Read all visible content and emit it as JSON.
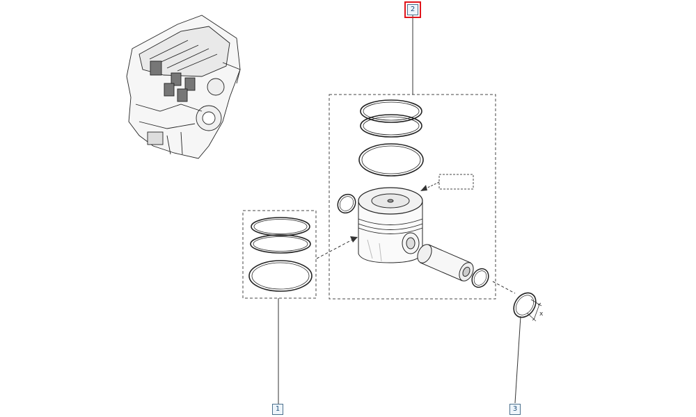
{
  "callouts": [
    {
      "id": "1",
      "label": "1",
      "part": "piston-ring-set"
    },
    {
      "id": "2",
      "label": "2",
      "part": "piston-assembly",
      "selected": true
    },
    {
      "id": "3",
      "label": "3",
      "part": "circlip"
    }
  ],
  "dimension_label": "x",
  "colors": {
    "line": "#333333",
    "callout_border": "#4a6f8c",
    "selected": "#e0141b"
  }
}
